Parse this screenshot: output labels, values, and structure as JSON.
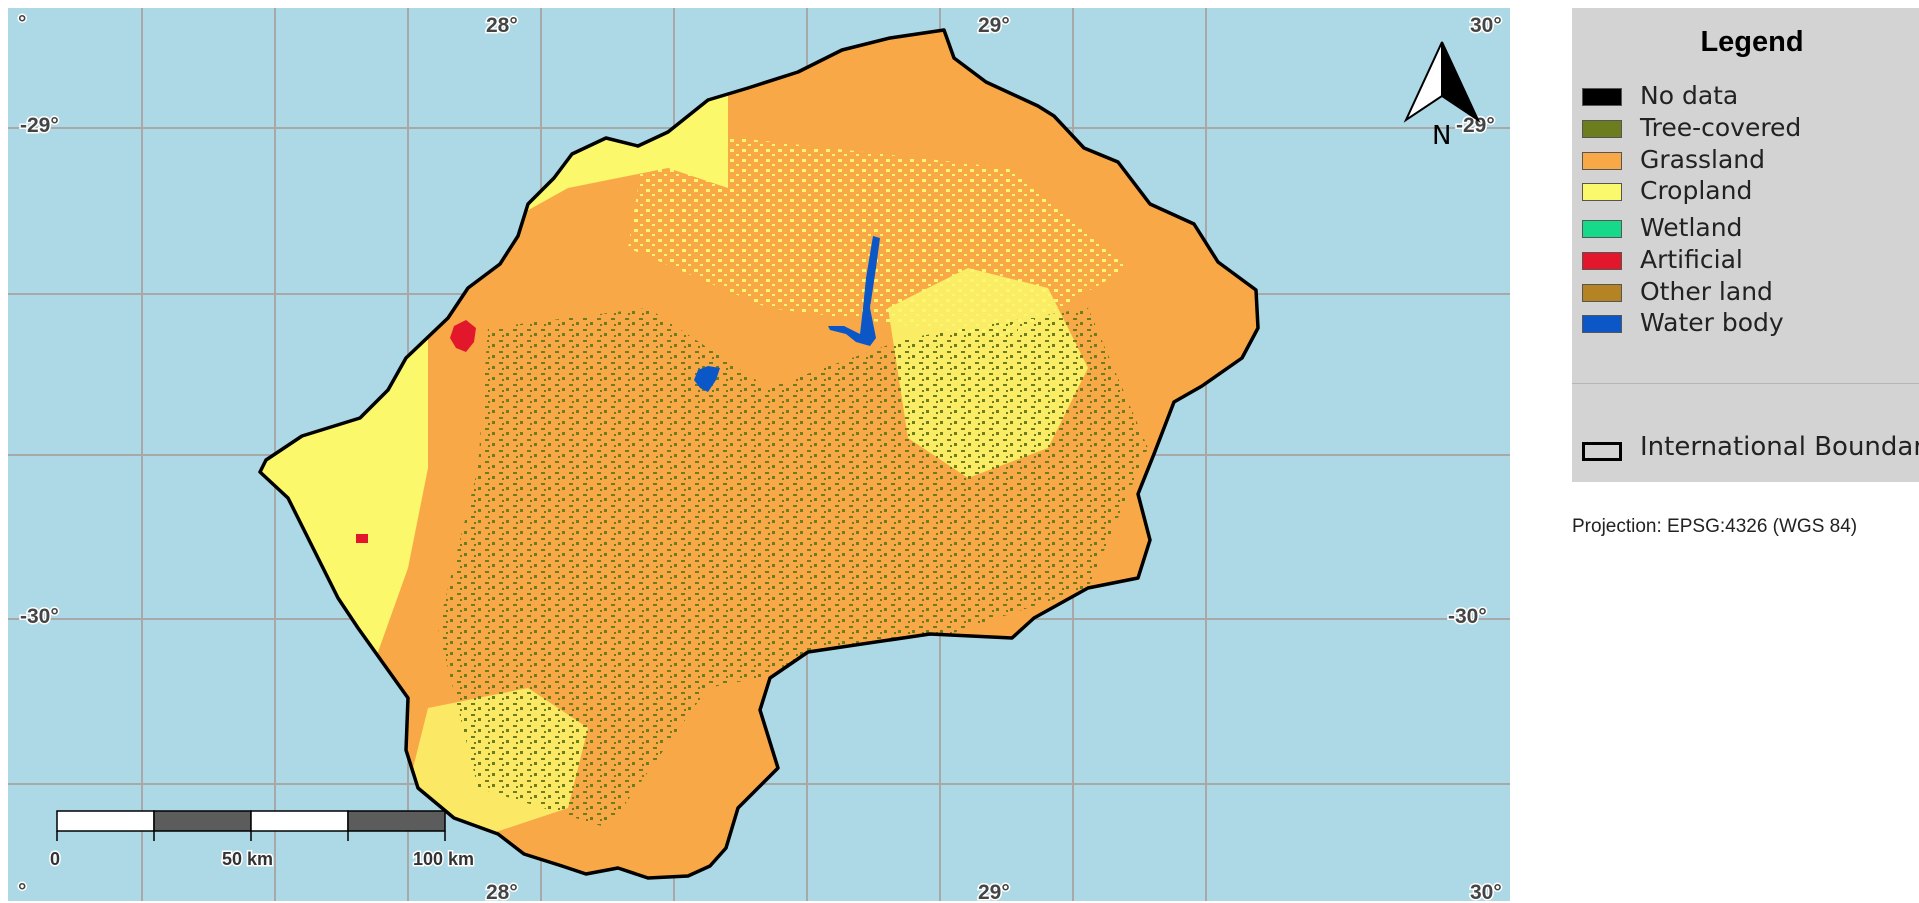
{
  "map": {
    "coordinate_labels": {
      "top": [
        "28°",
        "29°",
        "30°"
      ],
      "bottom": [
        "28°",
        "29°",
        "30°"
      ],
      "left": [
        "-29°",
        "-30°"
      ],
      "right": [
        "-29°",
        "-30°"
      ],
      "corner": "°"
    },
    "north_arrow_label": "N",
    "scale_bar": {
      "labels": [
        "0",
        "50 km",
        "100 km"
      ]
    }
  },
  "legend": {
    "title": "Legend",
    "items": [
      {
        "label": "No data",
        "color": "#000000"
      },
      {
        "label": "Tree-covered",
        "color": "#6b7d1e"
      },
      {
        "label": "Grassland",
        "color": "#f9a847"
      },
      {
        "label": "Cropland",
        "color": "#fbf86b"
      },
      {
        "label": "Wetland",
        "color": "#16d98a"
      },
      {
        "label": "Artificial",
        "color": "#e2172b"
      },
      {
        "label": "Other land",
        "color": "#b38324"
      },
      {
        "label": "Water body",
        "color": "#0c57c7"
      }
    ],
    "boundary_label": "International Boundary"
  },
  "projection": "Projection: EPSG:4326 (WGS 84)",
  "colors": {
    "water": "#add8e6",
    "gridline": "#a8a8a8",
    "boundary": "#000000"
  }
}
